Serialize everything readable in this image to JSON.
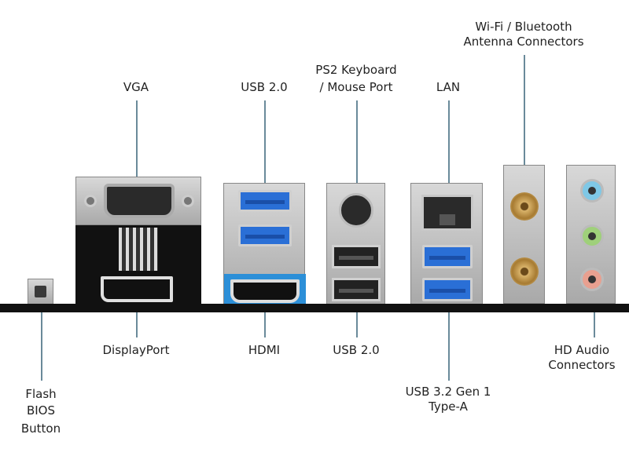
{
  "labels": {
    "vga": "VGA",
    "usb2_top": "USB 2.0",
    "ps2_line1": "PS2 Keyboard",
    "ps2_line2": "/ Mouse Port",
    "lan": "LAN",
    "antenna_line1": "Wi-Fi / Bluetooth",
    "antenna_line2": "Antenna Connectors",
    "displayport": "DisplayPort",
    "hdmi": "HDMI",
    "usb2_bottom": "USB 2.0",
    "usb3_line1": "USB 3.2 Gen 1",
    "usb3_line2": "Type-A",
    "audio_line1": "HD Audio",
    "audio_line2": "Connectors",
    "flash_line1": "Flash",
    "flash_line2": "BIOS",
    "flash_line3": "Button"
  },
  "colors": {
    "usb3": "#2a6fd6",
    "audio_blue": "#7fc8e6",
    "audio_green": "#9fd07a",
    "audio_pink": "#e8a090",
    "antenna_gold": "#c9a25a"
  }
}
